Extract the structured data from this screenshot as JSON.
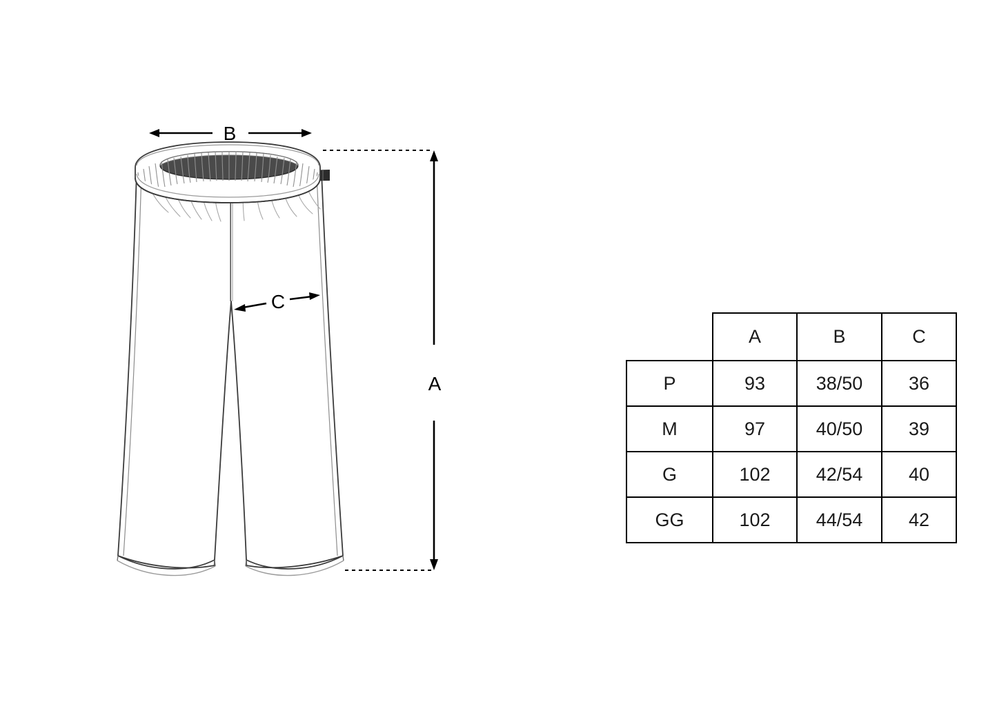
{
  "page": {
    "background_color": "#ffffff",
    "ink_color": "#000000",
    "line_color": "#3b3b3b"
  },
  "illustration": {
    "garment_name": "pants-technical-drawing",
    "parts": [
      {
        "name": "waistband",
        "label": "elastic ribbed waistband"
      },
      {
        "name": "drawstring-belt",
        "label": "drawstring with buckle"
      },
      {
        "name": "left-leg",
        "label": "left leg"
      },
      {
        "name": "right-leg",
        "label": "right leg"
      },
      {
        "name": "hem-cuff",
        "label": "hem cuff"
      },
      {
        "name": "center-front-seam",
        "label": "center front seam"
      }
    ],
    "dimension_labels": {
      "a": "A",
      "b": "B",
      "c": "C"
    },
    "dimension_meanings": {
      "a": "total length",
      "b": "waist width",
      "c": "thigh half-width"
    }
  },
  "chart_data": {
    "type": "table",
    "title": "",
    "columns": [
      "",
      "A",
      "B",
      "C"
    ],
    "rows": [
      {
        "size": "P",
        "A": "93",
        "B": "38/50",
        "C": "36"
      },
      {
        "size": "M",
        "A": "97",
        "B": "40/50",
        "C": "39"
      },
      {
        "size": "G",
        "A": "102",
        "B": "42/54",
        "C": "40"
      },
      {
        "size": "GG",
        "A": "102",
        "B": "44/54",
        "C": "42"
      }
    ]
  },
  "table": {
    "header": {
      "size_blank": "",
      "a": "A",
      "b": "B",
      "c": "C"
    },
    "rows": [
      {
        "size": "P",
        "a": "93",
        "b": "38/50",
        "c": "36"
      },
      {
        "size": "M",
        "a": "97",
        "b": "40/50",
        "c": "39"
      },
      {
        "size": "G",
        "a": "102",
        "b": "42/54",
        "c": "40"
      },
      {
        "size": "GG",
        "a": "102",
        "b": "44/54",
        "c": "42"
      }
    ]
  }
}
